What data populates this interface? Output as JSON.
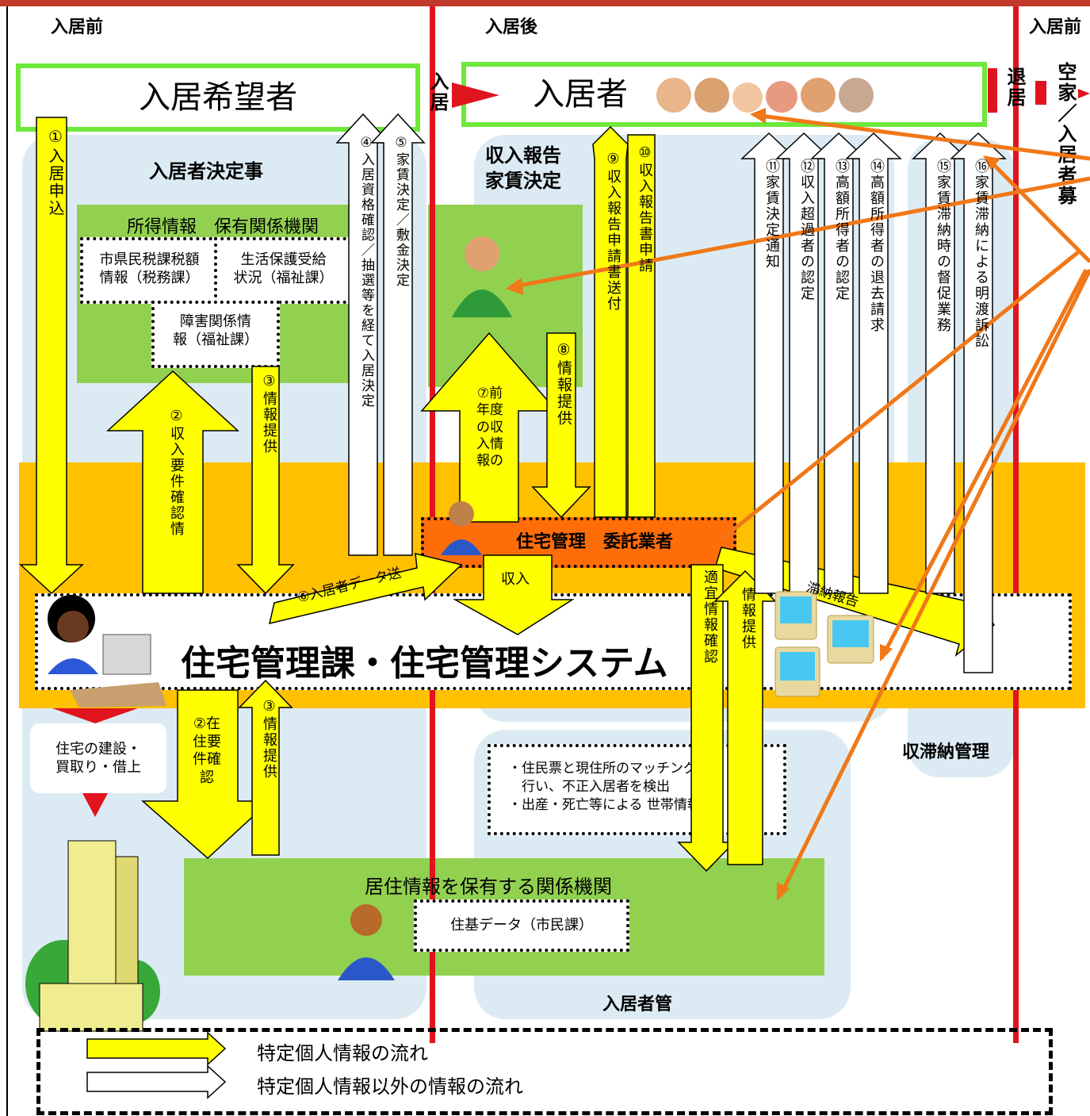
{
  "phases": {
    "before": "入居前",
    "after": "入居後",
    "before2": "入居前"
  },
  "applicant_box": "入居希望者",
  "resident_box": "入居者",
  "move_in": "入居",
  "move_out": "退居",
  "vacancy": "空家／入居者募",
  "decision_area": "入居者決定事",
  "income_area": "収入報告\n家賃決定",
  "income_agencies": "所得情報　保有関係機関",
  "tax_info": "市県民税課税額\n情報（税務課）",
  "welfare_info": "生活保護受給\n状況（福祉課）",
  "disability_info": "障害関係情\n報（福祉課）",
  "contractor": "住宅管理　委託業者",
  "system": "住宅管理課・住宅管理システム",
  "build": "住宅の建設・\n買取り・借上",
  "residence_agency": "居住情報を保有する関係機関",
  "jyuki_data": "住基データ（市民課）",
  "note_lines": [
    "・住民票と現住所のマッチングを",
    "　行い、不正入居者を検出",
    "・出産・死亡等による 世帯情報の"
  ],
  "resident_mgmt": "入居者管",
  "arrears_mgmt": "収滞納管理",
  "arrows": {
    "a1": "①入居申込",
    "a2up": "②収入要件確認情",
    "a3down": "③情報提供",
    "a4": "④入居資格確認／抽選等を経て入居決定",
    "a5": "⑤家賃決定／敷金決定",
    "a6": "⑥入居者データ送",
    "a7": "⑦前年度の収入情報の",
    "a8": "⑧情報提供",
    "a9": "⑨収入報告申請書送付",
    "a10": "⑩収入報告書申請",
    "a11": "⑪家賃決定通知",
    "a12": "⑫収入超過者の認定",
    "a13": "⑬高額所得者の認定",
    "a14": "⑭高額所得者の退去請求",
    "a15": "⑮家賃滞納時の督促業務",
    "a16": "⑯家賃滞納による明渡訴訟",
    "income": "収入",
    "arrears_report": "滞納報告",
    "info_check": "適宜情報確認",
    "info_provide": "情報提供",
    "a2down": "②在住要件確認",
    "a3up": "③情報提供"
  },
  "legend": {
    "personal": "特定個人情報の流れ",
    "nonpersonal": "特定個人情報以外の情報の流れ"
  },
  "colors": {
    "yellow": "#ffff00",
    "orange": "#ffc000",
    "red": "#e0141e",
    "green": "#92d050",
    "arrow_orange": "#f07818"
  }
}
